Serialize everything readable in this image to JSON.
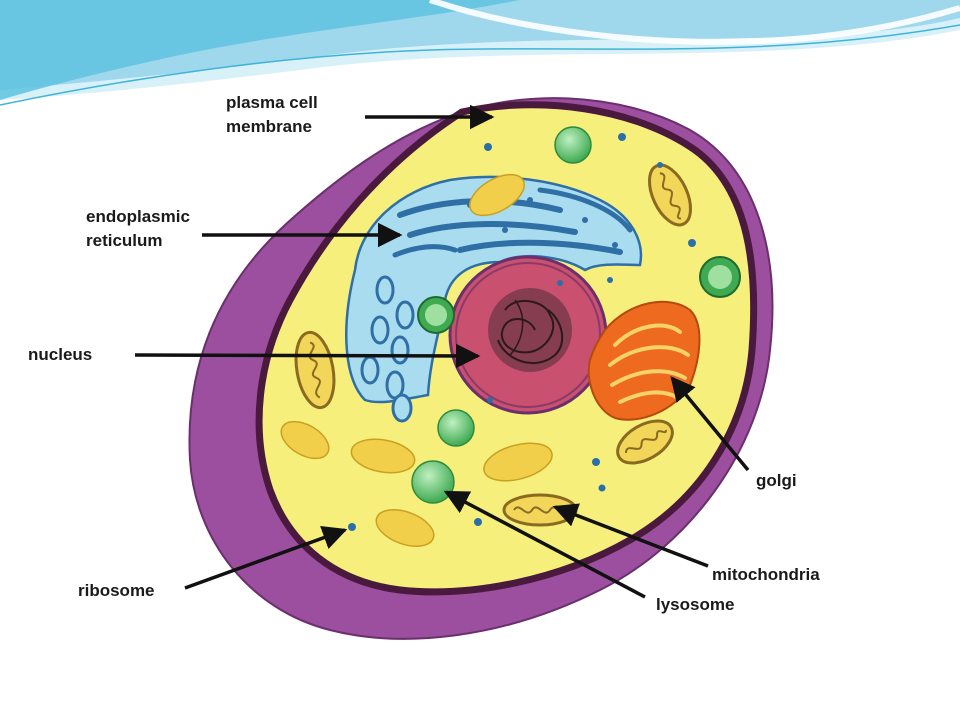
{
  "labels": {
    "plasma_membrane_line1": "plasma cell",
    "plasma_membrane_line2": "membrane",
    "er_line1": "endoplasmic",
    "er_line2": "reticulum",
    "nucleus": "nucleus",
    "ribosome": "ribosome",
    "golgi": "golgi",
    "mitochondria": "mitochondria",
    "lysosome": "lysosome"
  },
  "colors": {
    "header_wave_light": "#cfeef7",
    "header_wave_mid": "#8fd3ea",
    "header_wave_dark": "#3fb3d9",
    "outer_membrane": "#9b4f9e",
    "membrane_edge": "#4a1a3e",
    "cytoplasm": "#f6ef7c",
    "nucleus": "#c9506e",
    "nucleolus": "#7a3a4a",
    "er": "#a9dcef",
    "er_outline": "#2f6fa6",
    "golgi": "#ee6a1e",
    "mitochondria": "#f2d65a",
    "lysosome": "#5cc26a",
    "ribosome": "#2a6fa8",
    "arrow": "#111111"
  }
}
